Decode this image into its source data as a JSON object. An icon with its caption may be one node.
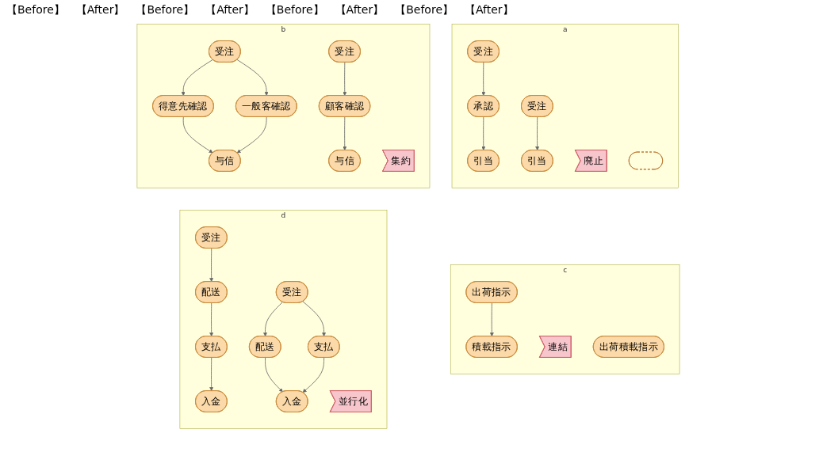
{
  "diagram": {
    "nodes": [
      {
        "text": [
          "a"
        ]
      },
      {
        "text": [
          "受注"
        ],
        "in": 0
      },
      {
        "text": [
          "承認"
        ],
        "in": 0
      },
      {
        "text": [
          "引当"
        ],
        "in": 0
      },
      {
        "text": [
          "廃止"
        ],
        "in": 0
      },
      {
        "text": [
          "受注"
        ],
        "in": 0
      },
      {
        "text": [],
        "shape": "ellipse",
        "in": 0
      },
      {
        "text": [
          "引当"
        ],
        "in": 0
      },
      {
        "text": [
          "b"
        ]
      },
      {
        "text": [
          "受注"
        ],
        "in": 8
      },
      {
        "text": [
          "得意先確認"
        ],
        "in": 8
      },
      {
        "text": [
          "一般客確認"
        ],
        "in": 8
      },
      {
        "text": [
          "与信"
        ],
        "in": 8
      },
      {
        "text": [
          "集約"
        ],
        "in": 8
      },
      {
        "text": [
          "受注"
        ],
        "in": 8
      },
      {
        "text": [
          "顧客確認"
        ],
        "in": 8
      },
      {
        "text": [
          "与信"
        ],
        "in": 8
      },
      {
        "text": [
          "c"
        ]
      },
      {
        "text": [
          "出荷指示"
        ],
        "in": 17
      },
      {
        "text": [
          "積載指示"
        ],
        "in": 17
      },
      {
        "text": [
          "連結"
        ],
        "in": 17
      },
      {
        "text": [
          "出荷積載指示"
        ],
        "in": 17
      },
      {
        "text": [
          "d"
        ]
      },
      {
        "text": [
          "受注"
        ],
        "in": 22
      },
      {
        "text": [
          "配送"
        ],
        "in": 22
      },
      {
        "text": [
          "支払"
        ],
        "in": 22
      },
      {
        "text": [
          "入金"
        ],
        "in": 22
      },
      {
        "text": [
          "並行化"
        ],
        "in": 22
      },
      {
        "text": [
          "受注"
        ],
        "in": 22
      },
      {
        "text": [
          "配送"
        ],
        "in": 22
      },
      {
        "text": [
          "支払"
        ],
        "in": 22
      },
      {
        "text": [
          "入金"
        ],
        "in": 22
      }
    ],
    "edges": [
      {
        "from": 1,
        "to": 2,
        "arrow": "to"
      },
      {
        "from": 2,
        "to": 3,
        "arrow": "to"
      },
      {
        "from": 5,
        "to": 7,
        "arrow": "to"
      },
      {
        "from": 9,
        "to": 10,
        "arrow": "to"
      },
      {
        "from": 9,
        "to": 11,
        "arrow": "to"
      },
      {
        "from": 10,
        "to": 12,
        "arrow": "to"
      },
      {
        "from": 11,
        "to": 12,
        "arrow": "to"
      },
      {
        "from": 14,
        "to": 15,
        "arrow": "to"
      },
      {
        "from": 15,
        "to": 16,
        "arrow": "to"
      },
      {
        "from": 18,
        "to": 19,
        "arrow": "to"
      },
      {
        "from": 23,
        "to": 24,
        "arrow": "to"
      },
      {
        "from": 24,
        "to": 25,
        "arrow": "to"
      },
      {
        "from": 25,
        "to": 26,
        "arrow": "to"
      },
      {
        "from": 28,
        "to": 29,
        "arrow": "to"
      },
      {
        "from": 28,
        "to": 30,
        "arrow": "to"
      },
      {
        "from": 29,
        "to": 31,
        "arrow": "to"
      },
      {
        "from": 30,
        "to": 31,
        "arrow": "to"
      }
    ],
    "labels": [
      "【Before】",
      "【After】",
      "【Before】",
      "【After】",
      "【Before】",
      "【After】",
      "【Before】",
      "【After】"
    ]
  }
}
